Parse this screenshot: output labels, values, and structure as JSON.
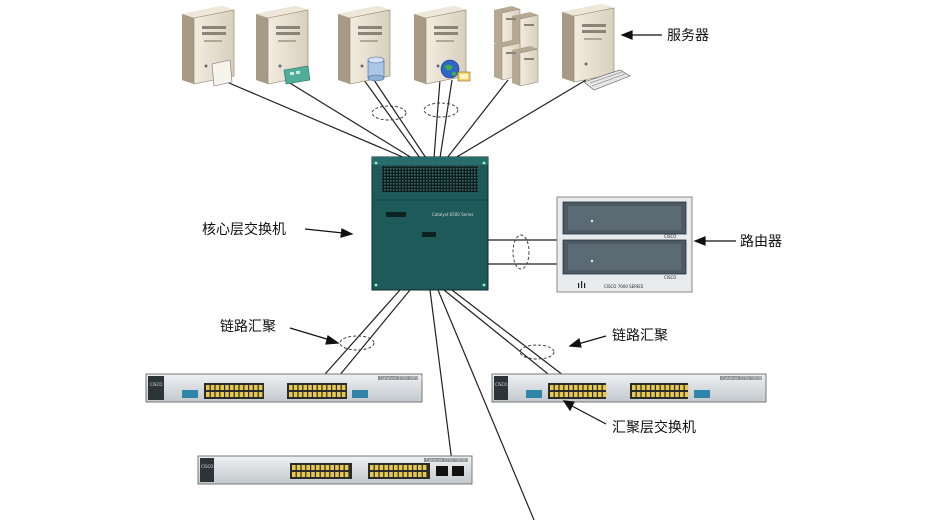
{
  "labels": {
    "servers": "服务器",
    "core_switch": "核心层交换机",
    "router": "路由器",
    "link_aggregation_left": "链路汇聚",
    "link_aggregation_right": "链路汇聚",
    "aggregation_switch": "汇聚层交换机"
  },
  "device_text": {
    "core_model": "Catalyst 6500 Series",
    "router_model": "CISCO 7000 SERIES",
    "router_brand_top": "CISCO",
    "router_brand_bottom": "CISCO",
    "switch_brand": "CISCO",
    "switch_model": "Catalyst 3750 SERIES"
  },
  "colors": {
    "core_body": "#1e5a5a",
    "router_body": "#4d5a63",
    "switch_body": "#d7dcdf",
    "port": "#e6c84a",
    "line": "#222222"
  },
  "icons": {
    "server_1": "document-icon",
    "server_2": "network-card-icon",
    "server_3": "database-icon",
    "server_4": "globe-icon",
    "server_5": "server-cluster-icon",
    "server_6": "keyboard-icon"
  }
}
